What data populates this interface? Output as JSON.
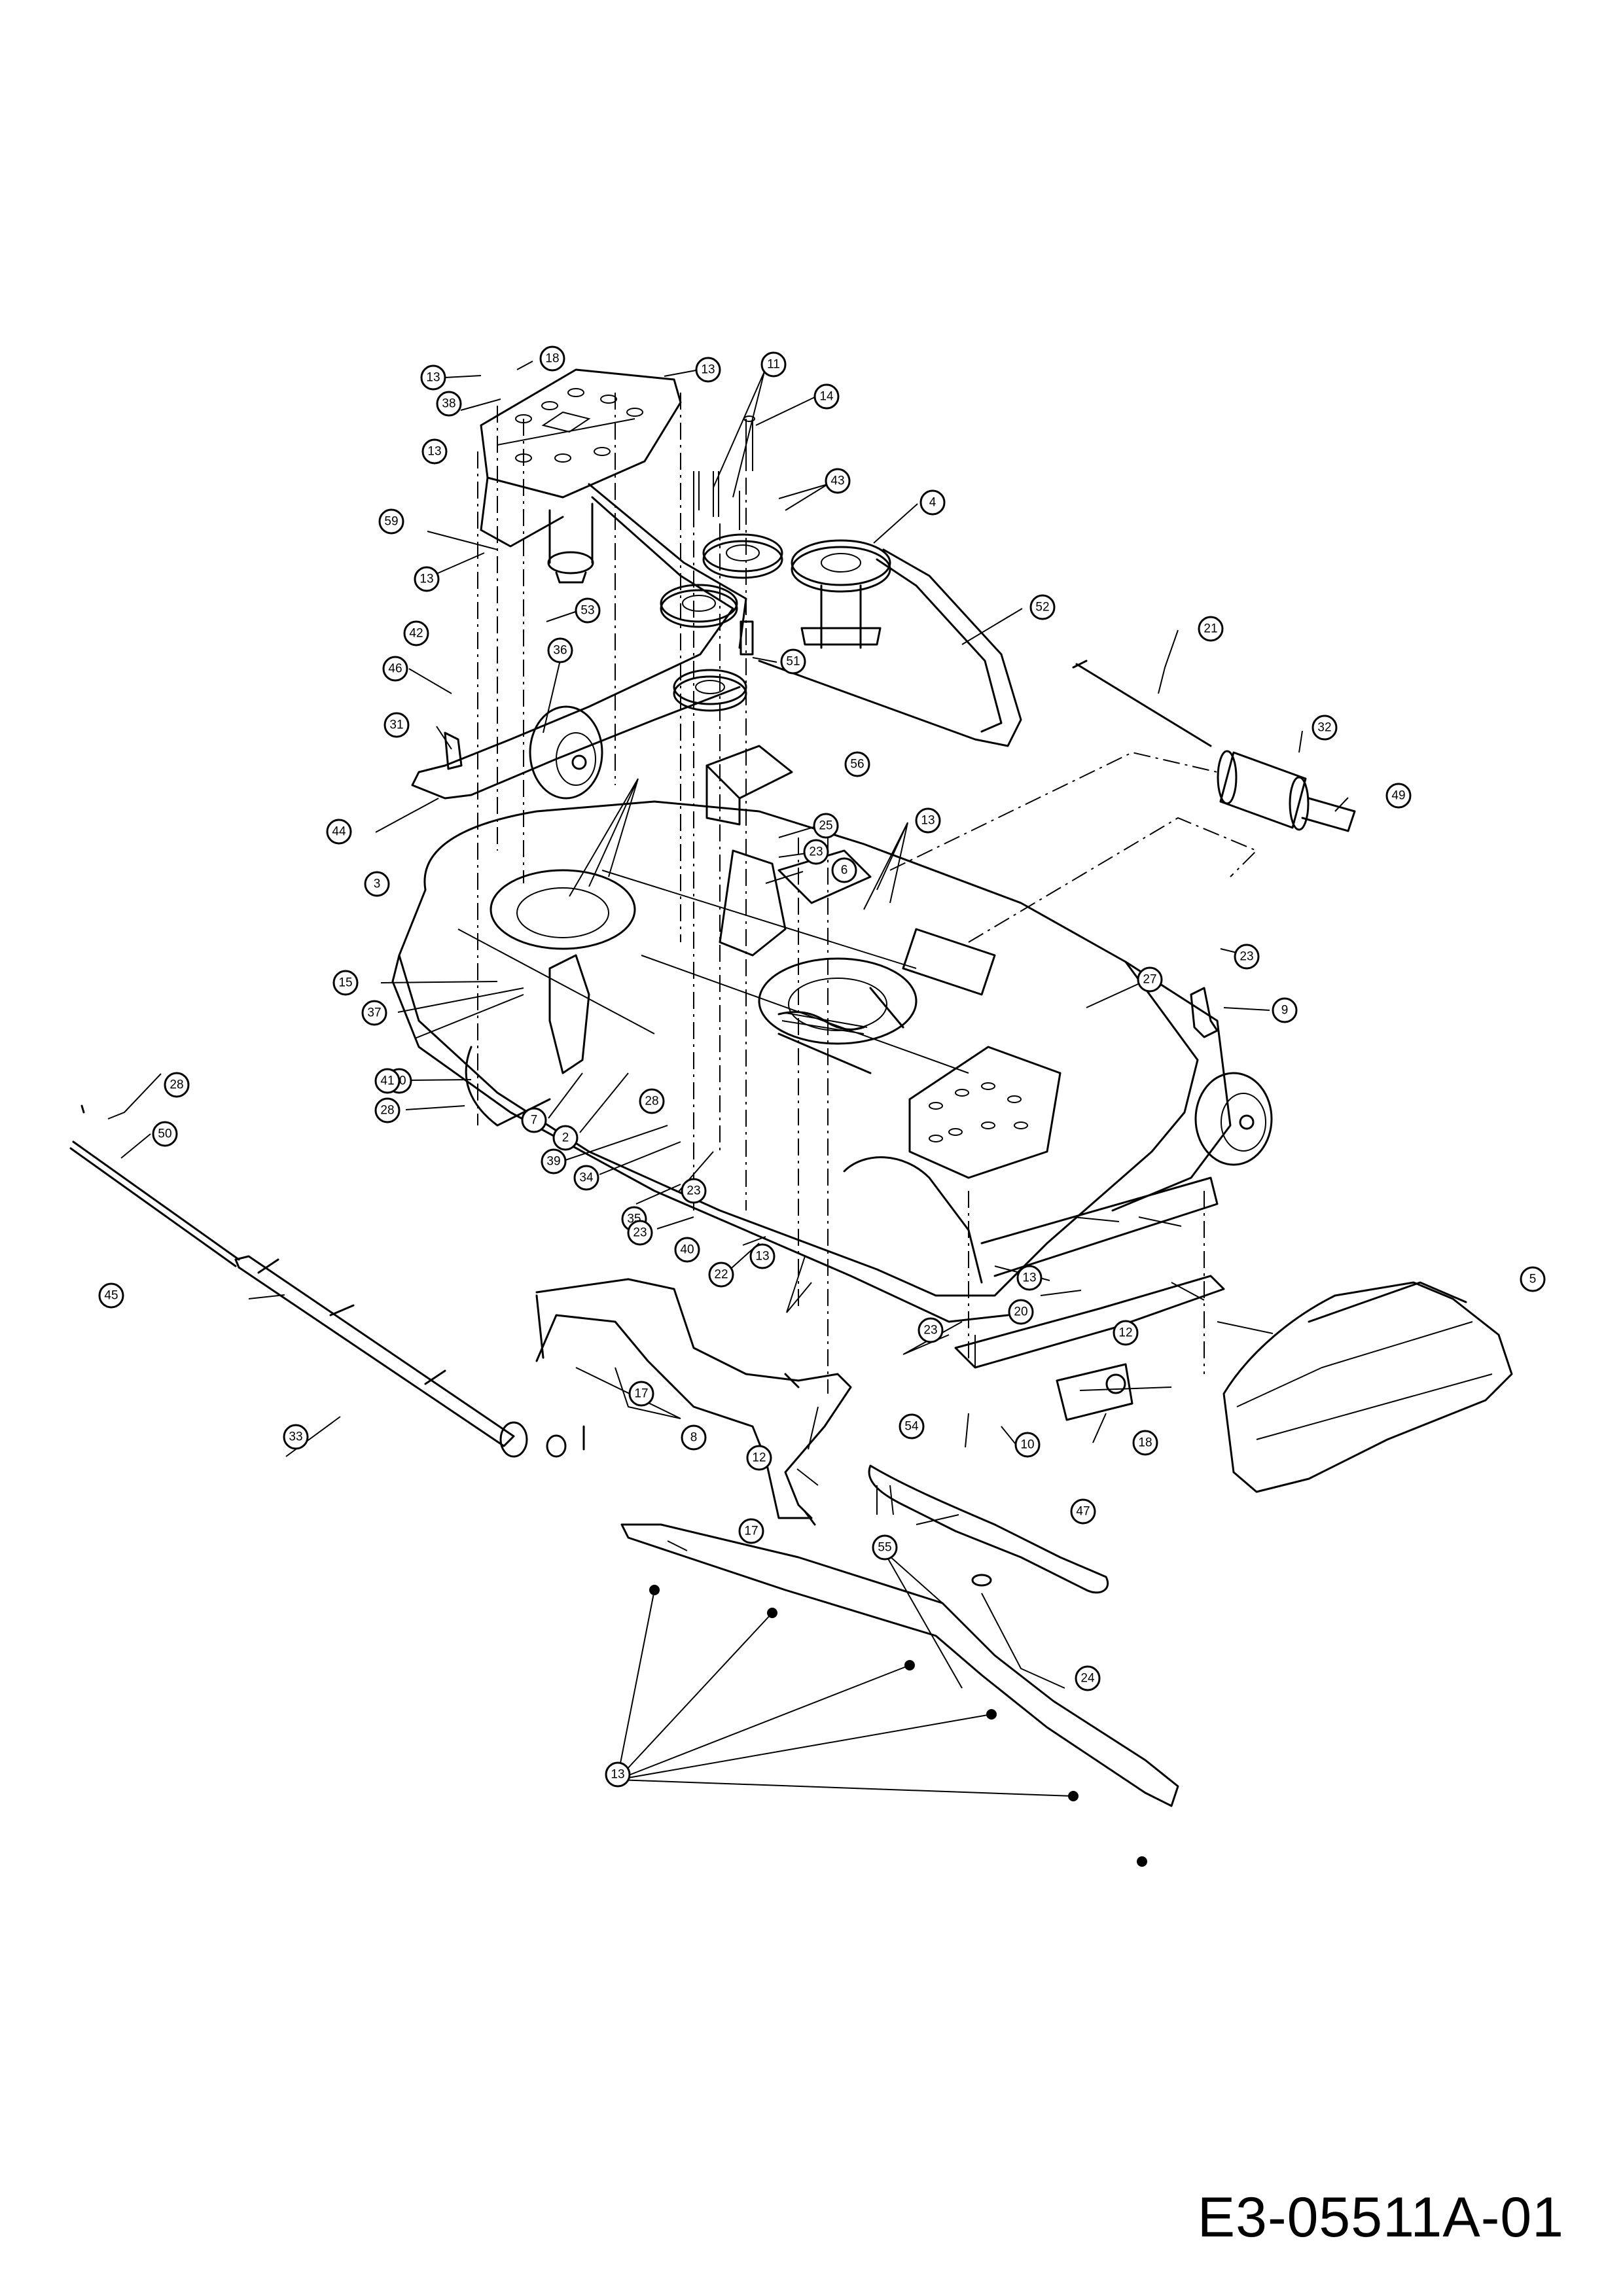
{
  "drawing_code": "E3-05511A-01",
  "callouts": [
    "13",
    "18",
    "38",
    "13",
    "11",
    "14",
    "13",
    "43",
    "4",
    "59",
    "13",
    "52",
    "53",
    "42",
    "51",
    "21",
    "36",
    "46",
    "31",
    "32",
    "56",
    "49",
    "44",
    "25",
    "13",
    "23",
    "3",
    "6",
    "23",
    "9",
    "15",
    "27",
    "37",
    "30",
    "41",
    "28",
    "28",
    "50",
    "7",
    "2",
    "39",
    "28",
    "34",
    "35",
    "23",
    "23",
    "40",
    "22",
    "13",
    "13",
    "20",
    "5",
    "23",
    "12",
    "45",
    "17",
    "8",
    "10",
    "54",
    "12",
    "18",
    "33",
    "47",
    "17",
    "55",
    "24",
    "13"
  ]
}
